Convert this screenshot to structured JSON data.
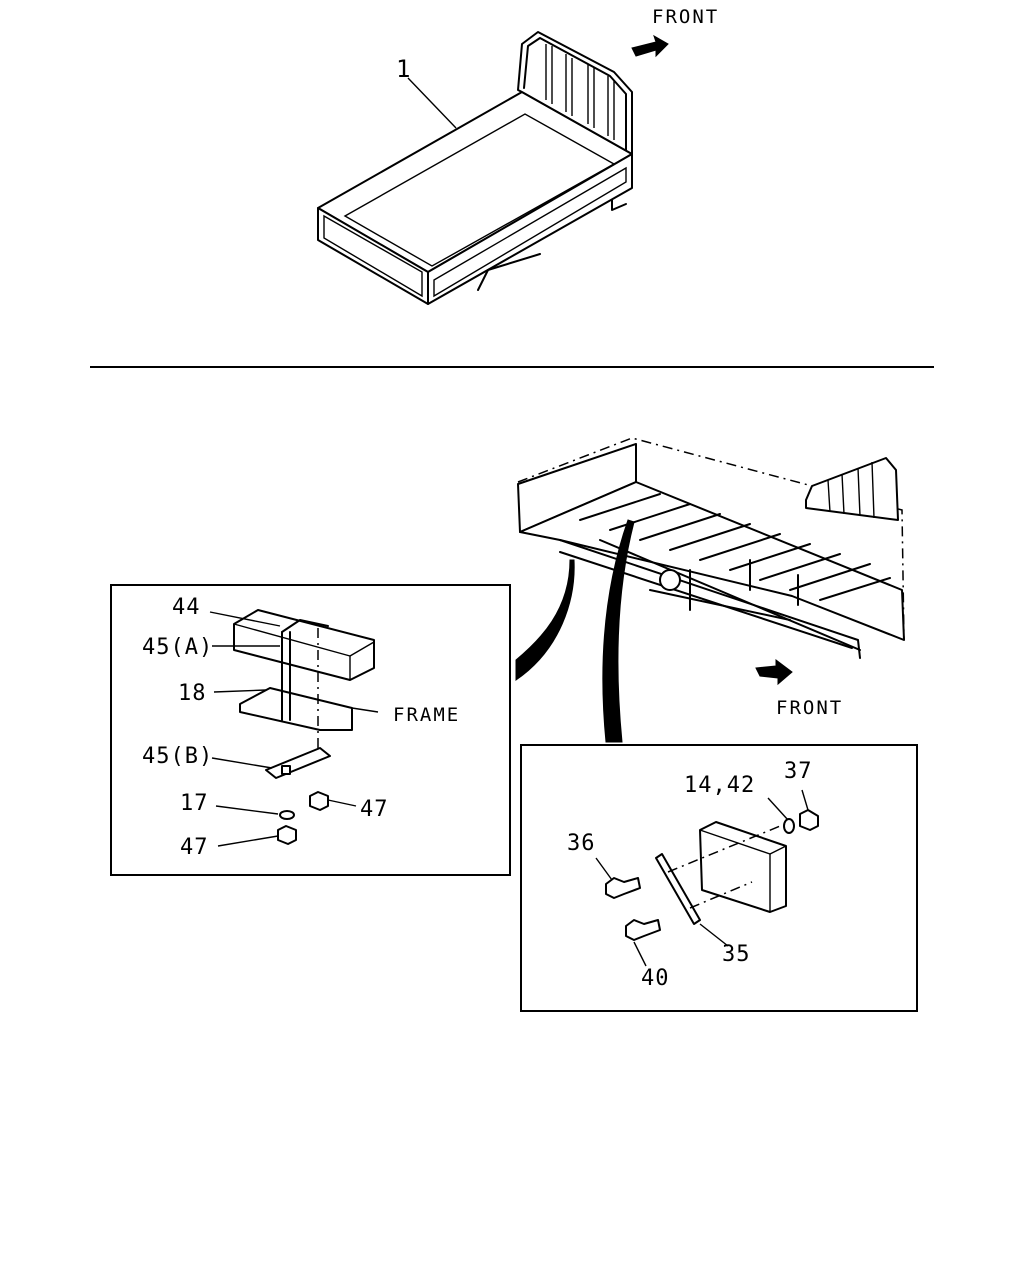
{
  "top_view": {
    "front_label": "FRONT",
    "part_callout": "1"
  },
  "detail_left": {
    "callouts": [
      "44",
      "45(A)",
      "18",
      "45(B)",
      "17",
      "47",
      "47"
    ],
    "frame_label": "FRAME"
  },
  "main_view": {
    "front_label": "FRONT"
  },
  "detail_right": {
    "callouts": [
      "14,42",
      "37",
      "36",
      "35",
      "40"
    ]
  }
}
